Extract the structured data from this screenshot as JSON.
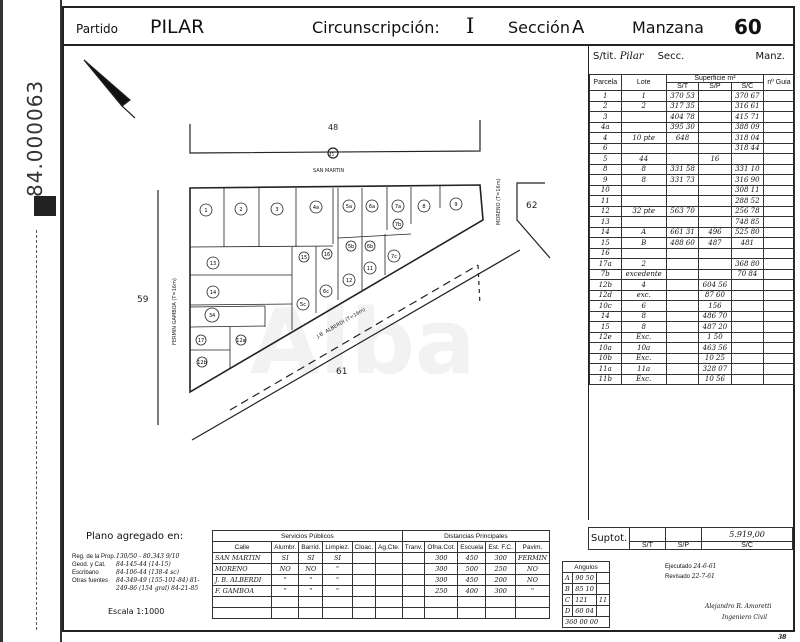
{
  "side_code": "84.000063",
  "header": {
    "partido_label": "Partido",
    "partido_value": "PILAR",
    "circ_label": "Circunscripción:",
    "circ_value": "I",
    "seccion_label": "Sección",
    "seccion_value": "A",
    "manzana_label": "Manzana",
    "manzana_value": "60"
  },
  "right_table": {
    "stit_label": "S/tit.",
    "stit_value": "Pilar",
    "secc_label": "Secc.",
    "manz_label": "Manz.",
    "col_parcela": "Parcela",
    "col_lote": "Lote",
    "col_superficie": "Superficie m²",
    "col_st": "S/T",
    "col_sp": "S/P",
    "col_sc": "S/C",
    "col_guia": "nº Guia",
    "rows": [
      {
        "parcela": "1",
        "lote": "1",
        "st": "370 53",
        "sp": "",
        "sc": "370 67"
      },
      {
        "parcela": "2",
        "lote": "2",
        "st": "317 35",
        "sp": "",
        "sc": "316 61"
      },
      {
        "parcela": "3",
        "lote": "",
        "st": "404 78",
        "sp": "",
        "sc": "415 71"
      },
      {
        "parcela": "4a",
        "lote": "",
        "st": "395 30",
        "sp": "",
        "sc": "388 09"
      },
      {
        "parcela": "4",
        "lote": "10 pte",
        "st": "648",
        "sp": "",
        "sc": "318 04"
      },
      {
        "parcela": "6",
        "lote": "",
        "st": "",
        "sp": "",
        "sc": "318 44"
      },
      {
        "parcela": "5",
        "lote": "44",
        "st": "",
        "sp": "16",
        "sc": ""
      },
      {
        "parcela": "8",
        "lote": "8",
        "st": "331 58",
        "sp": "",
        "sc": "331 10"
      },
      {
        "parcela": "9",
        "lote": "8",
        "st": "331 73",
        "sp": "",
        "sc": "316 90"
      },
      {
        "parcela": "10",
        "lote": "",
        "st": "",
        "sp": "",
        "sc": "308 11"
      },
      {
        "parcela": "11",
        "lote": "",
        "st": "",
        "sp": "",
        "sc": "288 52"
      },
      {
        "parcela": "12",
        "lote": "32 pte",
        "st": "563 70",
        "sp": "",
        "sc": "256 78"
      },
      {
        "parcela": "13",
        "lote": "",
        "st": "",
        "sp": "",
        "sc": "748 85"
      },
      {
        "parcela": "14",
        "lote": "A",
        "st": "661 31",
        "sp": "496",
        "sc": "525 80"
      },
      {
        "parcela": "15",
        "lote": "B",
        "st": "488 60",
        "sp": "487",
        "sc": "481"
      },
      {
        "parcela": "16",
        "lote": "",
        "st": "",
        "sp": "",
        "sc": ""
      },
      {
        "parcela": "17a",
        "lote": "2",
        "st": "",
        "sp": "",
        "sc": "368 80"
      },
      {
        "parcela": "7b",
        "lote": "excedente",
        "st": "",
        "sp": "",
        "sc": "70 84"
      },
      {
        "parcela": "12b",
        "lote": "4",
        "st": "",
        "sp": "604 56",
        "sc": ""
      },
      {
        "parcela": "12d",
        "lote": "exc.",
        "st": "",
        "sp": "87 60",
        "sc": ""
      },
      {
        "parcela": "10c",
        "lote": "6",
        "st": "",
        "sp": "156",
        "sc": ""
      },
      {
        "parcela": "14",
        "lote": "8",
        "st": "",
        "sp": "486 70",
        "sc": ""
      },
      {
        "parcela": "15",
        "lote": "8",
        "st": "",
        "sp": "487 20",
        "sc": ""
      },
      {
        "parcela": "12e",
        "lote": "Exc.",
        "st": "",
        "sp": "1 50",
        "sc": ""
      },
      {
        "parcela": "10a",
        "lote": "10a",
        "st": "",
        "sp": "463 56",
        "sc": ""
      },
      {
        "parcela": "10b",
        "lote": "Exc.",
        "st": "",
        "sp": "10 25",
        "sc": ""
      },
      {
        "parcela": "11a",
        "lote": "11a",
        "st": "",
        "sp": "328 07",
        "sc": ""
      },
      {
        "parcela": "11b",
        "lote": "Exc.",
        "st": "",
        "sp": "10 56",
        "sc": ""
      }
    ],
    "suptot_label": "Suptot.",
    "suptot_value": "5.919,00",
    "foot_st": "S/T",
    "foot_sp": "S/P",
    "foot_sc": "S/C"
  },
  "map": {
    "north_label": "N",
    "block_48": "48",
    "block_59": "59",
    "block_61": "61",
    "block_62": "62",
    "street_san_martin": "SAN MARTIN",
    "street_fermin_gamboa": "FERMIN GAMBOA (T=16m)",
    "street_moreno": "MORENO (T=16m)",
    "street_alberdi": "J.B. ALBERDI (T=16m)",
    "street_marker": "45",
    "parcels": [
      "1",
      "2",
      "3",
      "4a",
      "5a",
      "6a",
      "7a",
      "8",
      "9",
      "7b",
      "5b",
      "6b",
      "7c",
      "11",
      "12",
      "13",
      "14",
      "34",
      "5c",
      "6c",
      "15",
      "16",
      "17",
      "12a",
      "12b"
    ]
  },
  "plano": {
    "title": "Plano agregado en:",
    "rows": [
      {
        "label": "Reg. de la Prop.",
        "value": "130/50 - 80.343 9/10"
      },
      {
        "label": "Geod. y Cat.",
        "value": "84-145-44 (14-15)"
      },
      {
        "label": "Escribano",
        "value": "84-106-44 (138-4 sc)"
      },
      {
        "label": "Otras fuentes",
        "value": "84-349-49 (155-101-84)  81-249-86 (154 gral) 84-21-85"
      }
    ],
    "escala": "Escala 1:1000"
  },
  "servicios": {
    "title": "Servicios Públicos",
    "dist_title": "Distancias Principales",
    "headers": [
      "Calle",
      "Alumbr.",
      "Barrid.",
      "Limpiez.",
      "Cloac.",
      "Ag.Cte.",
      "Tranv.",
      "Ofna.Cot.",
      "Escuela",
      "Est. F.C.",
      "Pavim."
    ],
    "rows": [
      [
        "SAN MARTIN",
        "SI",
        "SI",
        "SI",
        "",
        "",
        "",
        "300",
        "450",
        "300",
        "FERMIN"
      ],
      [
        "MORENO",
        "NO",
        "NO",
        "\"",
        "",
        "",
        "",
        "300",
        "500",
        "250",
        "NO"
      ],
      [
        "J. B. ALBERDI",
        "\"",
        "\"",
        "\"",
        "",
        "",
        "",
        "300",
        "450",
        "200",
        "NO"
      ],
      [
        "F. GAMBOA",
        "\"",
        "\"",
        "\"",
        "",
        "",
        "",
        "250",
        "400",
        "300",
        "\""
      ],
      [
        "",
        "",
        "",
        "",
        "",
        "",
        "",
        "",
        "",
        "",
        ""
      ],
      [
        "",
        "",
        "",
        "",
        "",
        "",
        "",
        "",
        "",
        "",
        ""
      ]
    ]
  },
  "angulos": {
    "title": "Angulos",
    "rows": [
      {
        "k": "A",
        "v1": "90 50",
        "v2": ""
      },
      {
        "k": "B",
        "v1": "85 10",
        "v2": ""
      },
      {
        "k": "C",
        "v1": "121",
        "v2": "11"
      },
      {
        "k": "D",
        "v1": "60 04",
        "v2": ""
      }
    ],
    "total": "360 00 00"
  },
  "sign": {
    "ejecutado_label": "Ejecutado",
    "ejecutado_value": "24-6-61",
    "revisado_label": "Revisado",
    "revisado_value": "22-7-61",
    "name": "Alejandro R. Amoretti",
    "title": "Ingeniero Civil"
  },
  "page_number": "38"
}
